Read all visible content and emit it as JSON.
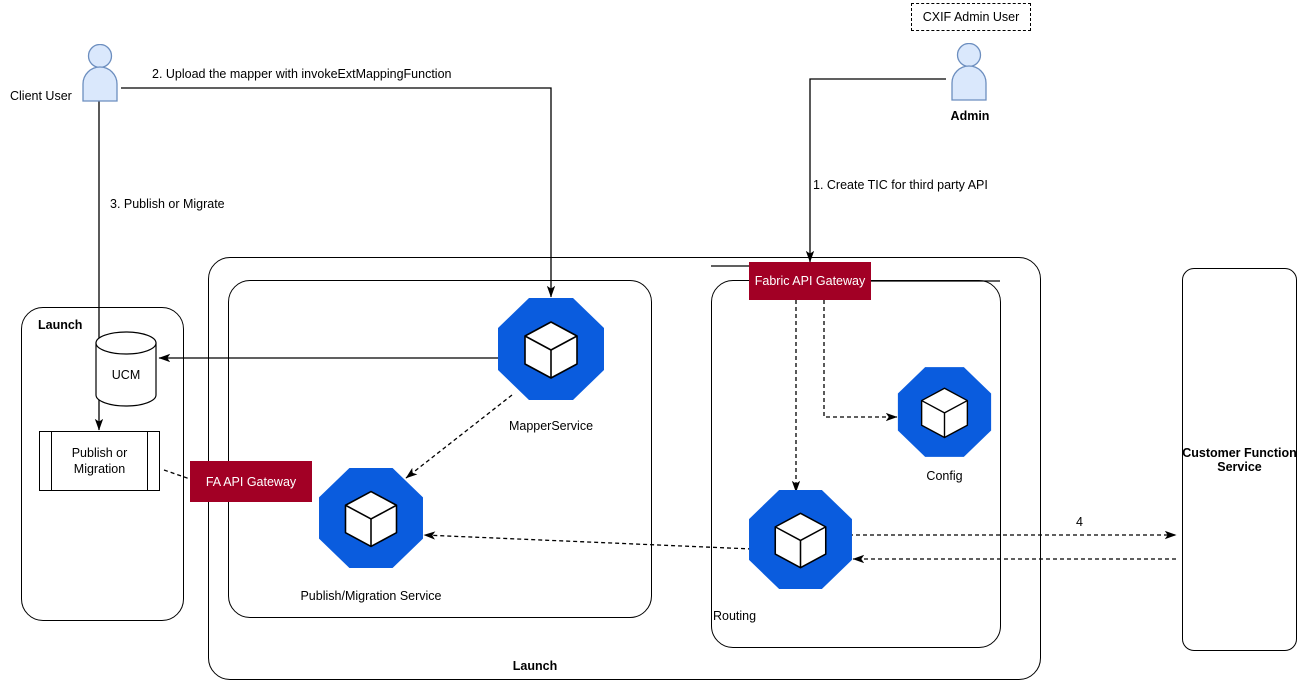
{
  "diagram": {
    "title": "Launch / Fabric API Gateway architecture flow",
    "colors": {
      "gateway_red": "#A20025",
      "service_blue": "#0A5CDE",
      "actor_fill": "#DAE8FC",
      "actor_stroke": "#6C8EBF",
      "line": "#000000"
    }
  },
  "actors": {
    "client_user": {
      "label": "Client User",
      "icon": "person-icon"
    },
    "admin": {
      "label": "Admin",
      "icon": "person-icon",
      "annotation": "CXIF Admin User"
    }
  },
  "containers": {
    "launch_left": {
      "label": "Launch"
    },
    "launch_outer": {
      "label": "Launch"
    },
    "services_group": {
      "label": ""
    },
    "routing_group": {
      "label": "Routing"
    },
    "customer_function_service": {
      "label": "Customer Function\nService",
      "line1": "Customer Function",
      "line2": "Service"
    }
  },
  "nodes": {
    "ucm": {
      "label": "UCM",
      "shape": "cylinder"
    },
    "publish_or_migration": {
      "label": "Publish or\nMigration",
      "line1": "Publish or",
      "line2": "Migration",
      "shape": "process"
    },
    "fa_api_gateway": {
      "label": "FA API Gateway",
      "shape": "gateway"
    },
    "fabric_api_gateway": {
      "label": "Fabric API Gateway",
      "shape": "gateway"
    },
    "mapper_service": {
      "label": "MapperService",
      "shape": "octagon-cube"
    },
    "publish_migration_service": {
      "label": "Publish/Migration Service",
      "shape": "octagon-cube"
    },
    "config": {
      "label": "Config",
      "shape": "octagon-cube"
    },
    "routing": {
      "label": "Routing",
      "shape": "octagon-cube"
    }
  },
  "edge_labels": {
    "step1": "1. Create TIC for third party API",
    "step2": "2. Upload the mapper with invokeExtMappingFunction",
    "step3": "3. Publish or Migrate",
    "step4": "4"
  }
}
